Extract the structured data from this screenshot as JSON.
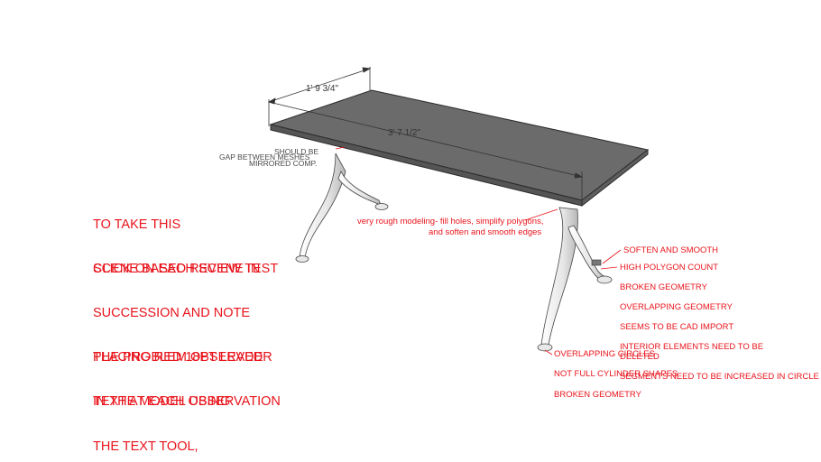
{
  "instructions": {
    "block1": [
      "TO TAKE THIS",
      "SCENE BASED REVIEW TEST"
    ],
    "block2": [
      "CLICK ON EACH SCENE IN",
      "SUCCESSION AND NOTE",
      "THE PROBLEM OBSERVED",
      "IN THE MODEL USING",
      "THE TEXT TOOL,"
    ],
    "block3": [
      "PLACING RED 18PT LEADER",
      "TEXT AT EACH OBSERVATION"
    ]
  },
  "dimensions": {
    "width": "1' 9 3/4\"",
    "length": "3' 7 1/2\""
  },
  "annotations_left": {
    "should_be": "SHOULD BE",
    "gap": "GAP BETWEEN MESHES",
    "mirrored": "MIRRORED COMP."
  },
  "notes": {
    "rough_modeling_1": "very rough modeling- fill holes, simplify polygons,",
    "rough_modeling_2": "and soften and smooth edges",
    "soften": "SOFTEN AND SMOOTH",
    "high_poly": "HIGH POLYGON COUNT",
    "broken1": "BROKEN GEOMETRY",
    "overlapping_geo": "OVERLAPPING GEOMETRY",
    "cad_import": "SEEMS TO BE CAD IMPORT",
    "interior_1": "INTERIOR ELEMENTS NEED TO BE",
    "interior_2": "DELETED",
    "segments": "SEGMENTS NEED TO BE INCREASED IN CIRCLE",
    "overlapping_circles": "OVERLAPPING CIRCLES",
    "not_full_cyl": "NOT FULL CYLINDER SHAPES",
    "broken2": "BROKEN GEOMETRY"
  },
  "colors": {
    "annotation_red": "#e8141c",
    "tabletop": "#6b6b6b",
    "leg_light": "#f2f2f2",
    "edge": "#2b2b2b"
  }
}
